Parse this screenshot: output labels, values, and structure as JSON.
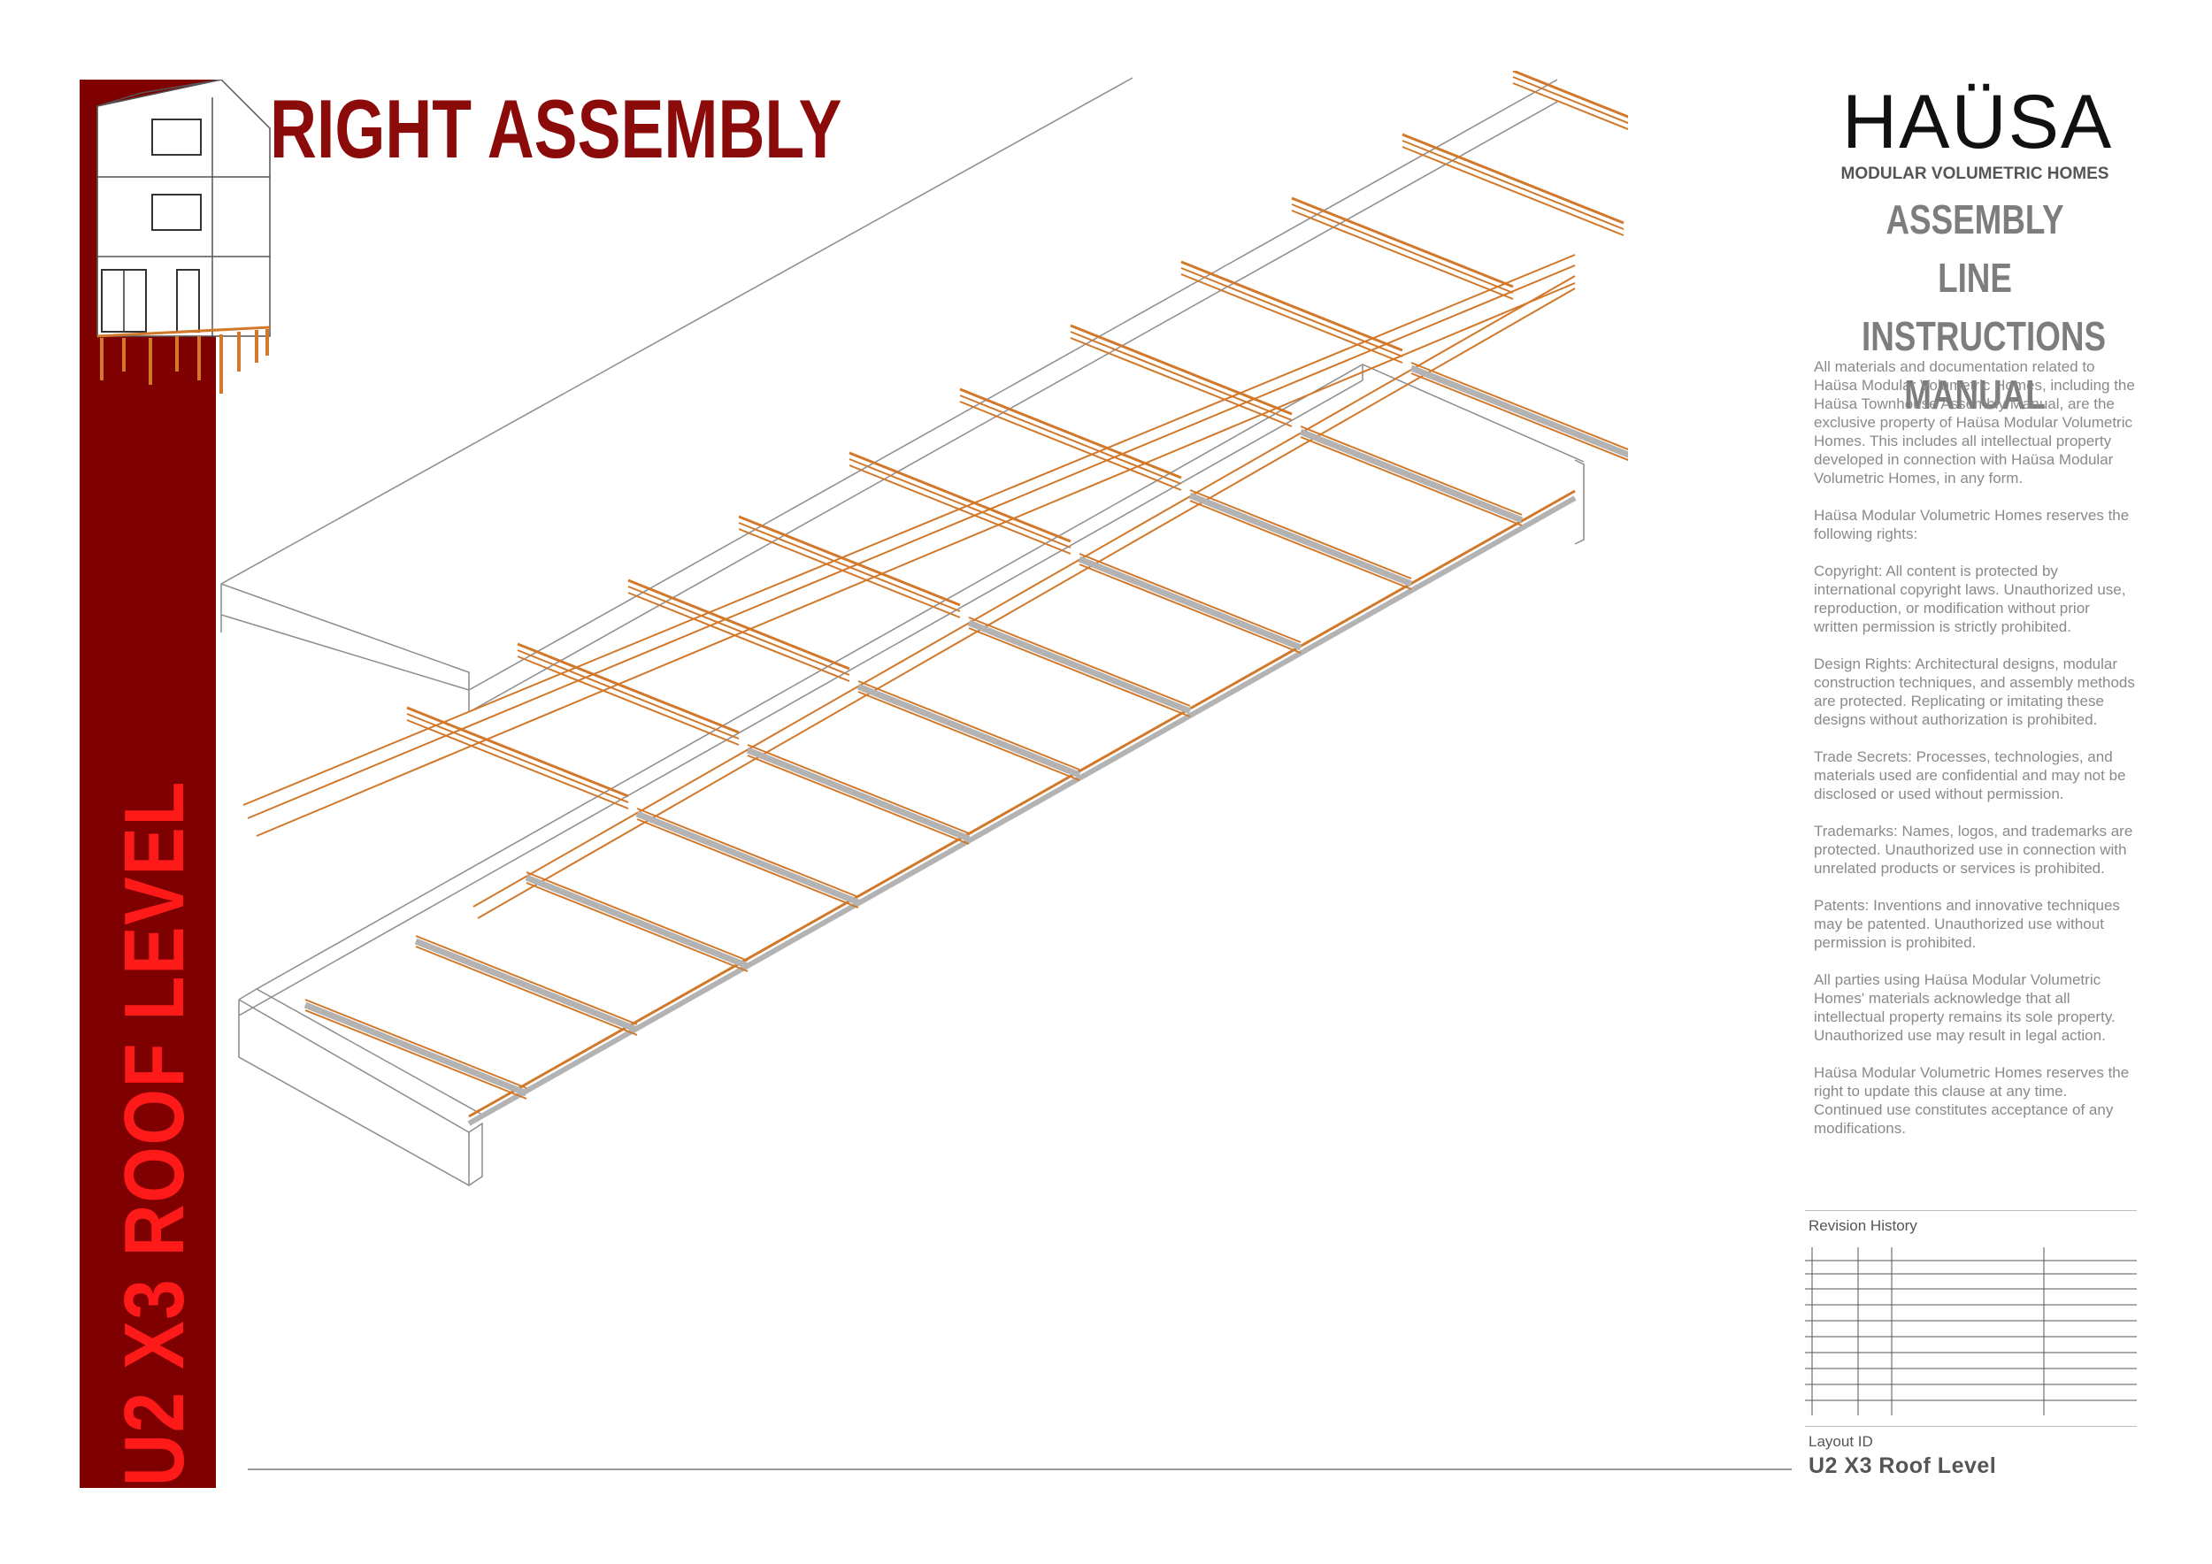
{
  "sidebar": {
    "vertical_title": "U2 X3 ROOF LEVEL",
    "color": "#7f0000",
    "title_color": "#ff1a1a"
  },
  "header": {
    "title": "RIGHT ASSEMBLY",
    "title_color": "#8b0a0a"
  },
  "brand": {
    "logo": "HAÜSA",
    "subtitle": "MODULAR VOLUMETRIC HOMES",
    "manual_title": [
      "ASSEMBLY LINE",
      "INSTRUCTIONS",
      "MANUAL"
    ]
  },
  "legal": {
    "paragraphs": [
      "All materials and documentation related to Haüsa Modular Volumetric Homes, including the Haüsa Townhouse Assembly Manual, are the exclusive property of Haüsa Modular Volumetric Homes. This includes all intellectual property developed in connection with Haüsa Modular Volumetric Homes, in any form.",
      "Haüsa Modular Volumetric Homes reserves the following rights:",
      "Copyright: All content is protected by international copyright laws. Unauthorized use, reproduction, or modification without prior written permission is strictly prohibited.",
      "Design Rights: Architectural designs, modular construction techniques, and assembly methods are protected. Replicating or imitating these designs without authorization is prohibited.",
      "Trade Secrets: Processes, technologies, and materials used are confidential and may not be disclosed or used without permission.",
      "Trademarks: Names, logos, and trademarks are protected. Unauthorized use in connection with unrelated products or services is prohibited.",
      "Patents: Inventions and innovative techniques may be patented. Unauthorized use without permission is prohibited.",
      "All parties using Haüsa Modular Volumetric Homes' materials acknowledge that all intellectual property remains its sole property. Unauthorized use may result in legal action.",
      "Haüsa Modular Volumetric Homes reserves the right to update this clause at any time. Continued use constitutes acceptance of any modifications."
    ]
  },
  "revision": {
    "label": "Revision History"
  },
  "layout": {
    "label": "Layout ID",
    "value": "U2 X3 Roof Level"
  },
  "colors": {
    "timber": "#d2782a",
    "steel": "#b3b3b3",
    "outline": "#8c8c8c"
  }
}
